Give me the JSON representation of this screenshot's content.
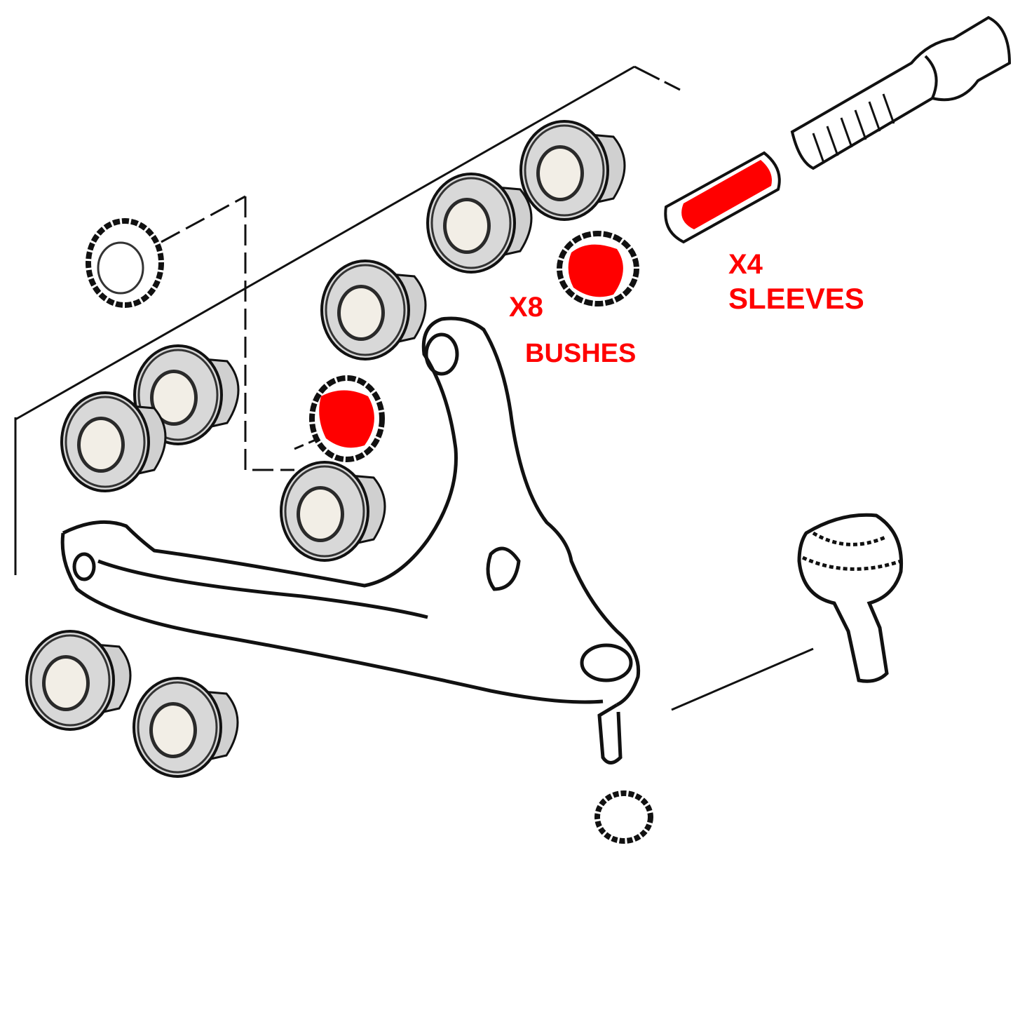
{
  "callouts": {
    "bushes_qty": "X8",
    "bushes_label": "BUSHES",
    "sleeves_qty": "X4",
    "sleeves_label": "SLEEVES"
  },
  "colors": {
    "highlight": "#ff0000",
    "line": "#111111",
    "bush_body": "#d6d6d6",
    "bush_bore": "#f2eee6",
    "background": "#ffffff"
  },
  "icons": {
    "bush": "rubber-bush-icon",
    "sleeve": "metal-sleeve-icon",
    "bolt": "bolt-icon",
    "nut": "nut-icon",
    "ball_joint": "ball-joint-icon",
    "control_arm": "control-arm-icon"
  }
}
